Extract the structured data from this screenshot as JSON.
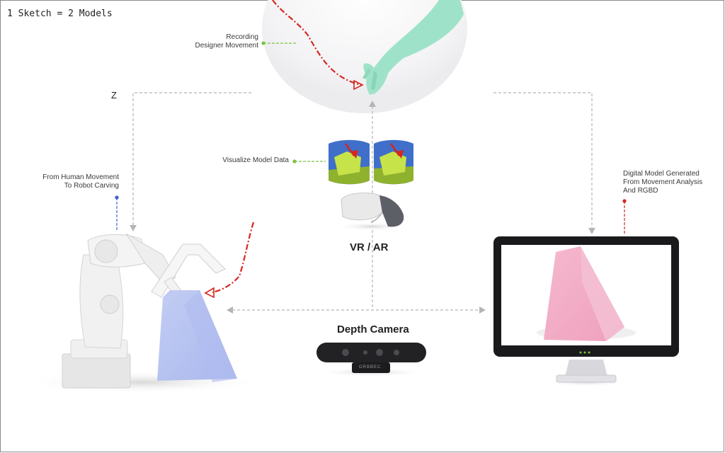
{
  "sketch_label": "1 Sketch = 2 Models",
  "axis_label": "Z",
  "labels": {
    "recording": [
      "Recording",
      "Designer Movement"
    ],
    "visualize": "Visualize Model Data",
    "human_robot": [
      "From Human Movement",
      "To Robot Carving"
    ],
    "digital_model": [
      "Digital Model Generated",
      "From Movement Analysis",
      "And RGBD"
    ],
    "vr_ar": "VR / AR",
    "depth_camera": "Depth Camera",
    "camera_brand": "ORBBEC"
  },
  "colors": {
    "hand": "#9ee3c9",
    "robot_block": "#b7c3f0",
    "monitor_model": "#f2aec6",
    "trajectory": "#d7261e",
    "green_dot": "#7dc242",
    "blue_dot": "#3d5fd1",
    "dashed_arrow": "#b5b5b5",
    "vr_screen_sky": "#3f6fc9",
    "vr_screen_ground": "#8fb22e",
    "vr_screen_object": "#c7e34a"
  },
  "icons": [
    "hand-icon",
    "vr-headset-icon",
    "depth-camera-icon",
    "robot-arm-icon",
    "monitor-icon"
  ]
}
